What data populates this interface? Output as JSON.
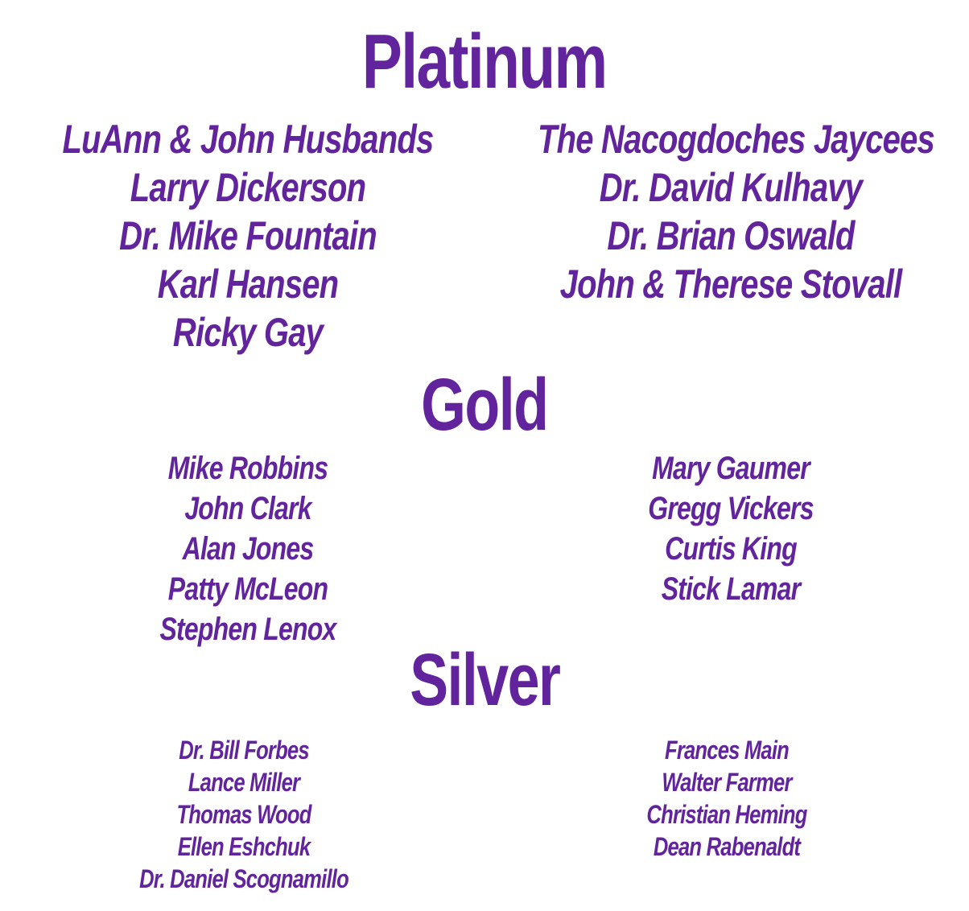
{
  "color": "#62249c",
  "platinum": {
    "heading": "Platinum",
    "left": [
      "LuAnn & John Husbands",
      "Larry Dickerson",
      "Dr. Mike Fountain",
      "Karl Hansen",
      "Ricky Gay"
    ],
    "right": [
      "The Nacogdoches Jaycees",
      "Dr. David Kulhavy",
      "Dr. Brian Oswald",
      "John & Therese Stovall"
    ]
  },
  "gold": {
    "heading": "Gold",
    "left": [
      "Mike Robbins",
      "John Clark",
      "Alan Jones",
      "Patty McLeon",
      "Stephen Lenox"
    ],
    "right": [
      "Mary Gaumer",
      "Gregg Vickers",
      "Curtis King",
      "Stick Lamar"
    ]
  },
  "silver": {
    "heading": "Silver",
    "left": [
      "Dr. Bill Forbes",
      "Lance Miller",
      "Thomas Wood",
      "Ellen Eshchuk",
      "Dr. Daniel Scognamillo"
    ],
    "right": [
      "Frances Main",
      "Walter Farmer",
      "Christian Heming",
      "Dean Rabenaldt"
    ]
  }
}
